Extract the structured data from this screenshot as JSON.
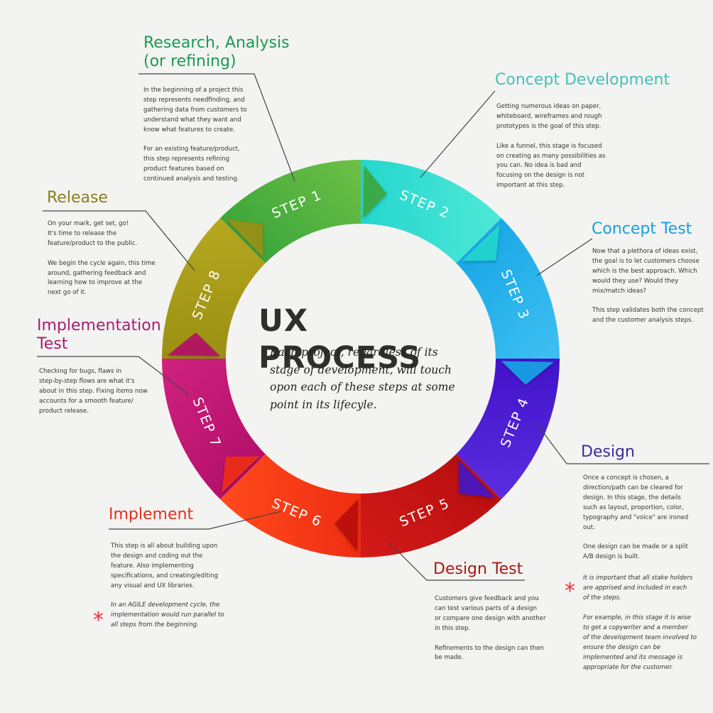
{
  "title": "UX PROCESS",
  "subtitle": "Each project, regardless of its\nstage of development, will touch\nopon each of these steps at some\npoint in its lifecyle.",
  "steps": [
    {
      "label": "STEP 1",
      "color": "#3ca63a",
      "color_light": "#6ec046"
    },
    {
      "label": "STEP 2",
      "color": "#24d6cd",
      "color_light": "#4fe8d8"
    },
    {
      "label": "STEP 3",
      "color": "#19a8e6",
      "color_light": "#3fc0f2"
    },
    {
      "label": "STEP 4",
      "color": "#4212c9",
      "color_light": "#5a2ee0"
    },
    {
      "label": "STEP 5",
      "color": "#b80f0f",
      "color_light": "#d41a1a"
    },
    {
      "label": "STEP 6",
      "color": "#ef2d12",
      "color_light": "#ff4a1c"
    },
    {
      "label": "STEP 7",
      "color": "#b3106b",
      "color_light": "#d0227f"
    },
    {
      "label": "STEP 8",
      "color": "#9a8f13",
      "color_light": "#b6a81f"
    }
  ],
  "sections": {
    "research": {
      "heading": "Research, Analysis\n(or refining)",
      "color": "#1a9a52",
      "text": "In the beginning of a project this\nstep represents needfinding, and\ngathering data from customers to\nunderstand what they want and\nknow what features to create.\n\nFor an existing feature/product,\nthis step represents refining\nproduct features based on\ncontinued analysis and testing."
    },
    "concept_dev": {
      "heading": "Concept Development",
      "color": "#44c1b6",
      "text": "Getting numerous ideas on paper,\nwhiteboard, wireframes and rough\nprototypes is the goal of this step.\n\nLike a funnel, this stage is focused\non creating as many possibilities as\nyou can. No idea is bad and\nfocusing on the design is not\nimportant at this step."
    },
    "concept_test": {
      "heading": "Concept Test",
      "color": "#1a9fd9",
      "text": "Now that a plethora of ideas exist,\nthe goal is to let customers choose\nwhich is the best approach. Which\nwould they use? Would they\nmix/match ideas?\n\nThis step validates both the concept\nand the customer analysis steps."
    },
    "design": {
      "heading": "Design",
      "color": "#3a2ba0",
      "text": "Once a concept is chosen, a\ndirection/path can be cleared for\ndesign. In this stage, the details\nsuch as layout, proportion, color,\ntypography and \"voice\" are ironed\nout.\n\nOne design can be made or a split\nA/B design is built.",
      "note1": "It is important that all stake holders\nare apprised and included in each\nof the steps.",
      "note2": "For example, in this stage it is wise\nto get a copywriter and a member\nof the development team involved to\nensure the design can be\nimplemented and its message is\nappropriate for the customer."
    },
    "design_test": {
      "heading": "Design Test",
      "color": "#a51b17",
      "text": "Customers give feedback and you\ncan test various parts of a design\nor compare one design with another\nin this step.\n\nRefinements to the design can then\nbe made."
    },
    "implement": {
      "heading": "Implement",
      "color": "#e0301f",
      "text": "This step is all about building upon\nthe design and coding out the\nfeature. Also implementing\nspecifications, and creating/editing\nany visual and UX libraries.",
      "note": "In an AGILE development cycle, the\nimplementation would run parallel to\nall steps from the beginning."
    },
    "impl_test": {
      "heading": "Implementation\nTest",
      "color": "#a61c74",
      "text": "Checking for bugs, flaws in\nstep-by-step flows are what it's\nabout in this step. Fixing items now\naccounts for a smooth feature/\nproduct release."
    },
    "release": {
      "heading": "Release",
      "color": "#8a7e1c",
      "text": "On your mark, get set, go!\nIt's time to release the\nfeature/product to the public.\n\nWe begin the cycle again, this time\naround, gathering feedback and\nlearning how to improve at the\nnext go of it."
    }
  },
  "asterisk": "*"
}
